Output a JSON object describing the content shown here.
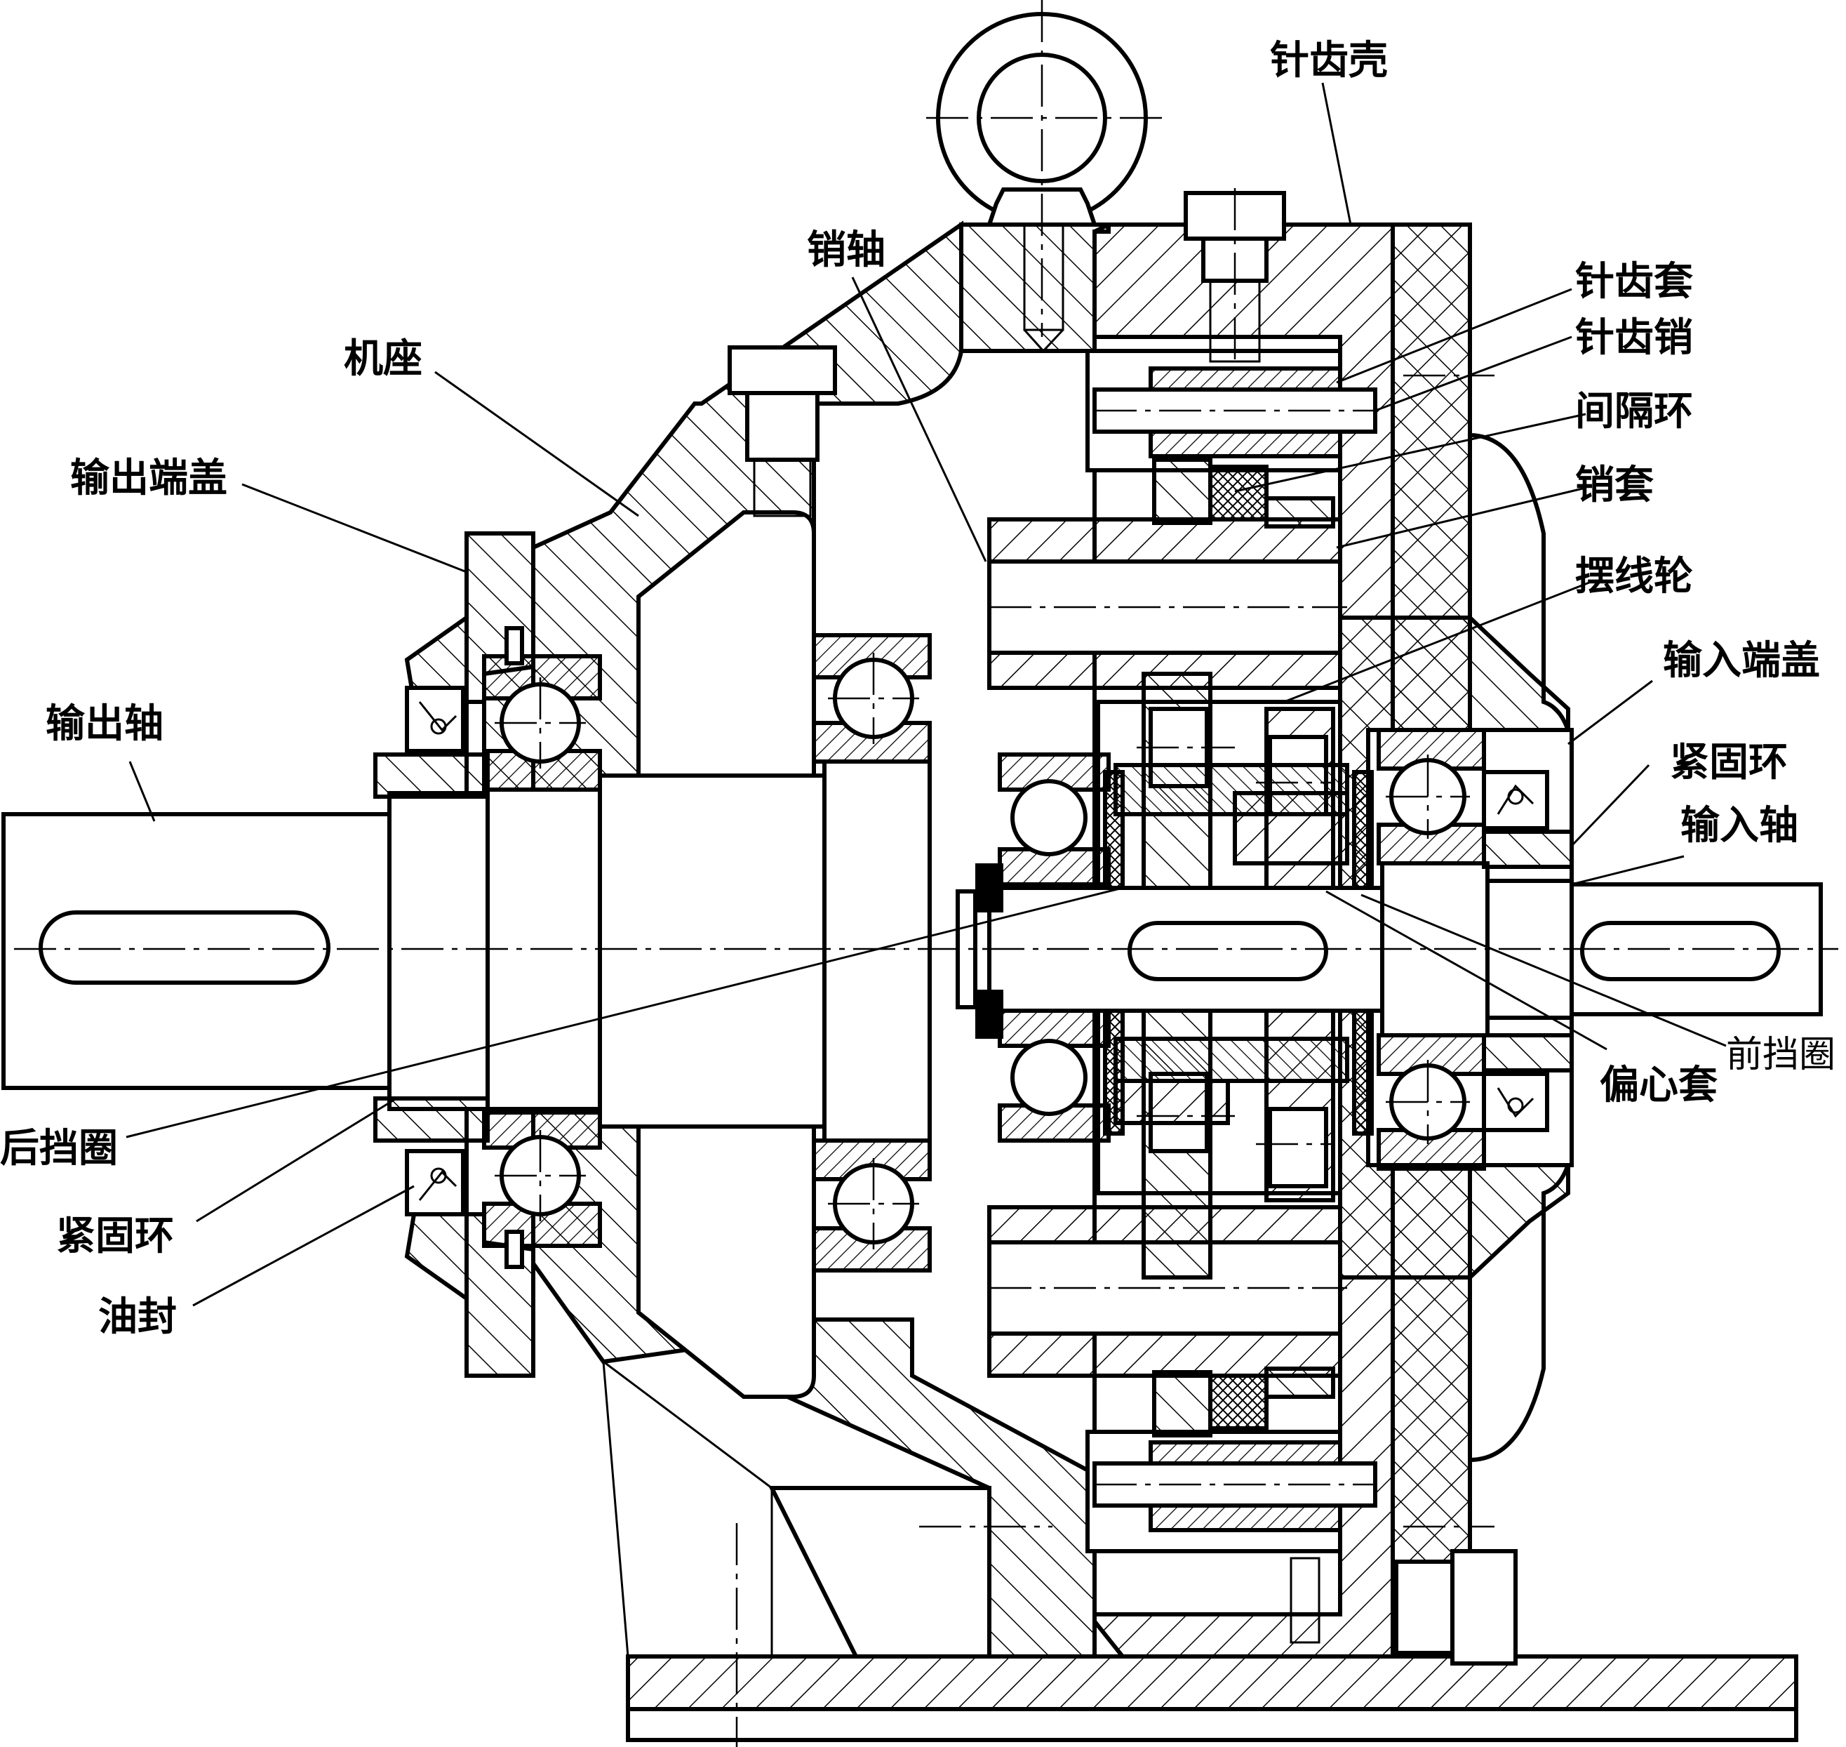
{
  "labels": {
    "output_shaft": "输出轴",
    "output_end_cover": "输出端盖",
    "base": "机座",
    "pin_shaft": "销轴",
    "pin_gear_housing": "针齿壳",
    "pin_gear_sleeve": "针齿套",
    "pin_gear_pin": "针齿销",
    "spacer_ring": "间隔环",
    "pin_sleeve": "销套",
    "cycloid_disc": "摆线轮",
    "input_end_cover": "输入端盖",
    "fastening_ring_right": "紧固环",
    "input_shaft": "输入轴",
    "front_retaining_ring": "前挡圈",
    "eccentric_sleeve": "偏心套",
    "rear_retaining_ring": "后挡圈",
    "fastening_ring_left": "紧固环",
    "oil_seal": "油封"
  },
  "colors": {
    "line": "#000000",
    "paper": "#ffffff"
  }
}
